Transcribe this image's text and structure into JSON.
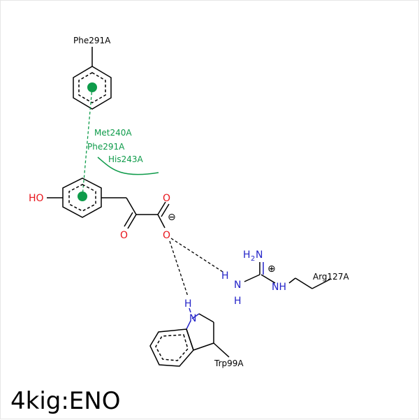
{
  "title": "4kig:ENO",
  "colors": {
    "bond": "#000000",
    "oxygen": "#e8141b",
    "nitrogen": "#2323c8",
    "hydrophobic": "#0e9b4a",
    "hbond": "#000000"
  },
  "residues": {
    "phe_top": "Phe291A",
    "met": "Met240A",
    "phe_mid": "Phe291A",
    "his": "His243A",
    "arg": "Arg127A",
    "trp": "Trp99A"
  },
  "atoms": {
    "ho": "HO",
    "o_top": "O",
    "o_left": "O",
    "o_bottom": "O",
    "h2n_h": "H",
    "h2n_sub": "2",
    "h2n_n": "N",
    "nh_left_h": "H",
    "nh_left_n": "N",
    "nh_left_h2": "H",
    "nh_right": "NH",
    "trp_h": "H",
    "trp_n": "N"
  },
  "charges": {
    "minus": "⊖",
    "plus": "⊕"
  }
}
